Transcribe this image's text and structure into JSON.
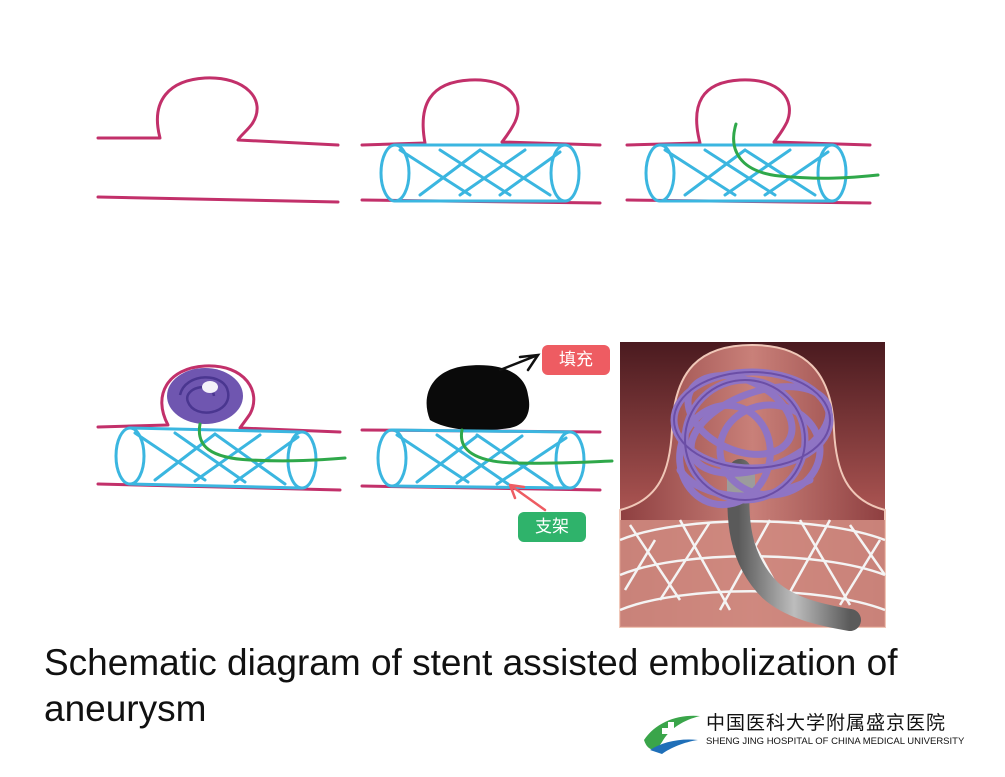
{
  "annotations": {
    "fill_label": "填充",
    "stent_label": "支架"
  },
  "caption": "Schematic diagram of stent assisted embolization of aneurysm",
  "logo": {
    "name_cn": "中国医科大学附属盛京医院",
    "name_en": "SHENG JING HOSPITAL OF CHINA MEDICAL UNIVERSITY"
  },
  "colors": {
    "vessel": "#c2306a",
    "stent": "#3bb6e0",
    "wire": "#2fa84a",
    "coil": "#6f56b0",
    "fill_callout": "#ee5c62",
    "stent_callout": "#2fb36b",
    "logo_green": "#3aa54a",
    "logo_blue": "#1f6fb8"
  }
}
